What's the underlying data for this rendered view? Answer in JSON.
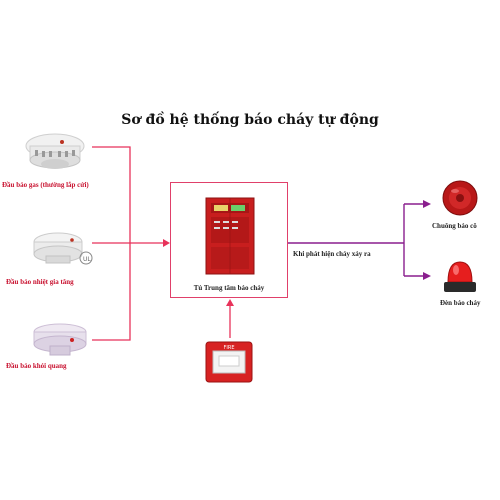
{
  "title": "Sơ đồ hệ thống báo cháy tự động",
  "detectors": [
    {
      "label": "Đầu báo gas (thường lắp cửi)"
    },
    {
      "label": "Đầu báo nhiệt gia tăng"
    },
    {
      "label": "Đầu báo khói quang"
    }
  ],
  "central_panel": {
    "label": "Tủ Trung tâm báo cháy"
  },
  "trigger_label": "Khi phát hiện cháy xảy ra",
  "outputs": [
    {
      "label": "Chuông báo cô"
    },
    {
      "label": "Đèn báo cháy"
    }
  ],
  "manual_call_point": {
    "label": "FIRE"
  },
  "colors": {
    "wire_red": "#e8325a",
    "wire_purple": "#8a1e8e",
    "panel_red": "#c81e1e"
  }
}
